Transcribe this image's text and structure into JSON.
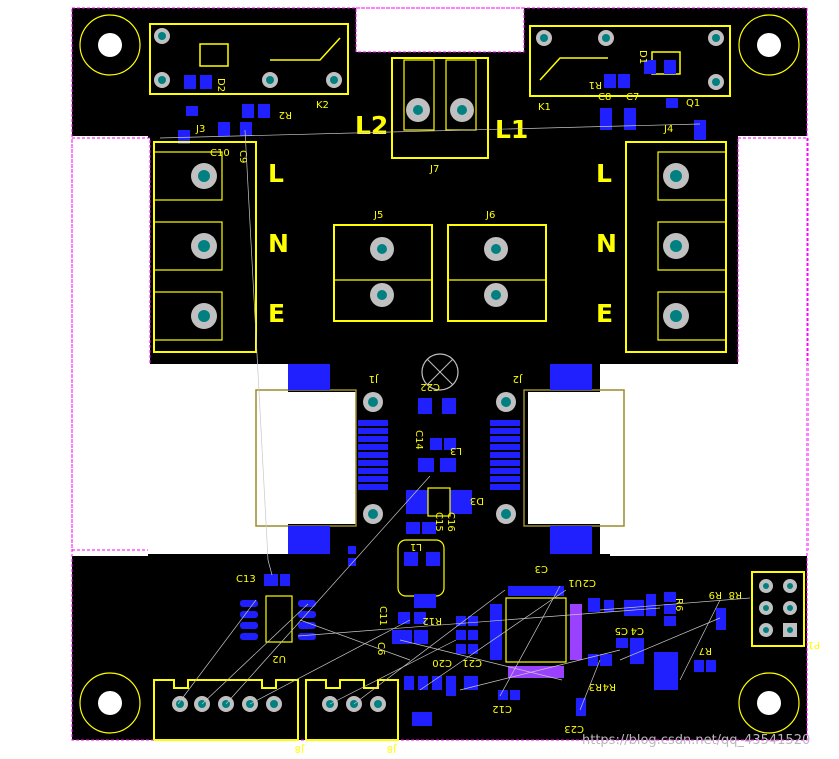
{
  "board": {
    "big_labels": {
      "l2": "L2",
      "l1": "L1",
      "l_left": "L",
      "n_left": "N",
      "e_left": "E",
      "l_right": "L",
      "n_right": "N",
      "e_right": "E"
    },
    "designators": {
      "k2": "K2",
      "k1": "K1",
      "j7": "J7",
      "j5": "J5",
      "j6": "J6",
      "j3": "J3",
      "j4": "J4",
      "r2": "R2",
      "r1": "R1",
      "q1": "Q1",
      "d1": "D1",
      "d2": "D2",
      "c9": "C9",
      "c10": "C10",
      "c8": "C8",
      "c7": "C7",
      "j1": "J1",
      "j2": "J2",
      "c22": "C22",
      "l3": "L3",
      "c14": "C14",
      "d3": "D3",
      "c15": "C15",
      "c16": "C16",
      "l1": "L1",
      "c13": "C13",
      "u2": "U2",
      "c2": "C2",
      "c3": "C3",
      "u1": "U1",
      "r9": "R9",
      "r8": "R8",
      "p1": "P1",
      "r12": "R12",
      "c11": "C11",
      "c6": "C6",
      "c20": "C20",
      "c21": "C21",
      "c5": "C5",
      "c4": "C4",
      "r3": "R3",
      "r4": "R4",
      "c12": "C12",
      "c23": "C23",
      "j8_left": "J8",
      "j8_right": "J8",
      "r6": "R6",
      "r7": "R7"
    },
    "watermark": "https://blog.csdn.net/qq_43541520"
  },
  "colors": {
    "board": "#000000",
    "silkscreen": "#ffff00",
    "pad": "#2020ff",
    "through_hole": "#c0c0c0",
    "hole_core": "#008080",
    "outline": "#ff00ff",
    "olive": "#9a8b2a"
  }
}
